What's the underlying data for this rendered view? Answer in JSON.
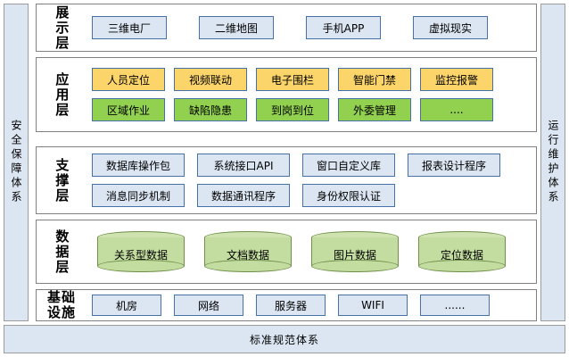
{
  "rails": {
    "left": {
      "label": "安全保障体系"
    },
    "right": {
      "label": "运行维护体系"
    }
  },
  "bottom": {
    "label": "标准规范体系"
  },
  "layers": [
    {
      "id": "display",
      "label": "展示层",
      "rows": [
        {
          "style": "blue",
          "items": [
            "三维电厂",
            "二维地图",
            "手机APP",
            "虚拟现实"
          ]
        }
      ]
    },
    {
      "id": "application",
      "label": "应用层",
      "rows": [
        {
          "style": "yellow",
          "items": [
            "人员定位",
            "视频联动",
            "电子围栏",
            "智能门禁",
            "监控报警"
          ]
        },
        {
          "style": "green",
          "items": [
            "区域作业",
            "缺陷隐患",
            "到岗到位",
            "外委管理",
            "...."
          ]
        }
      ]
    },
    {
      "id": "support",
      "label": "支撑层",
      "rows": [
        {
          "style": "blue",
          "items": [
            "数据库操作包",
            "系统接口API",
            "窗口自定义库",
            "报表设计程序"
          ]
        },
        {
          "style": "blue",
          "items": [
            "消息同步机制",
            "数据通讯程序",
            "身份权限认证"
          ]
        }
      ]
    },
    {
      "id": "data",
      "label": "数据层",
      "cylinders": [
        "关系型数据",
        "文档数据",
        "图片数据",
        "定位数据"
      ]
    },
    {
      "id": "infrastructure",
      "label_lines": [
        "基础",
        "设施"
      ],
      "rows": [
        {
          "style": "blue",
          "items": [
            "机房",
            "网络",
            "服务器",
            "WIFI",
            "......"
          ]
        }
      ]
    }
  ],
  "colors": {
    "blue_fill": "#dce6f2",
    "blue_border": "#4472a8",
    "yellow_fill": "#fbd46a",
    "green_fill": "#92d050",
    "cylinder_fill": "#c3dca0",
    "cylinder_border": "#6f8f4a",
    "panel_border": "#808080",
    "rail_fill": "#dce6f2"
  }
}
